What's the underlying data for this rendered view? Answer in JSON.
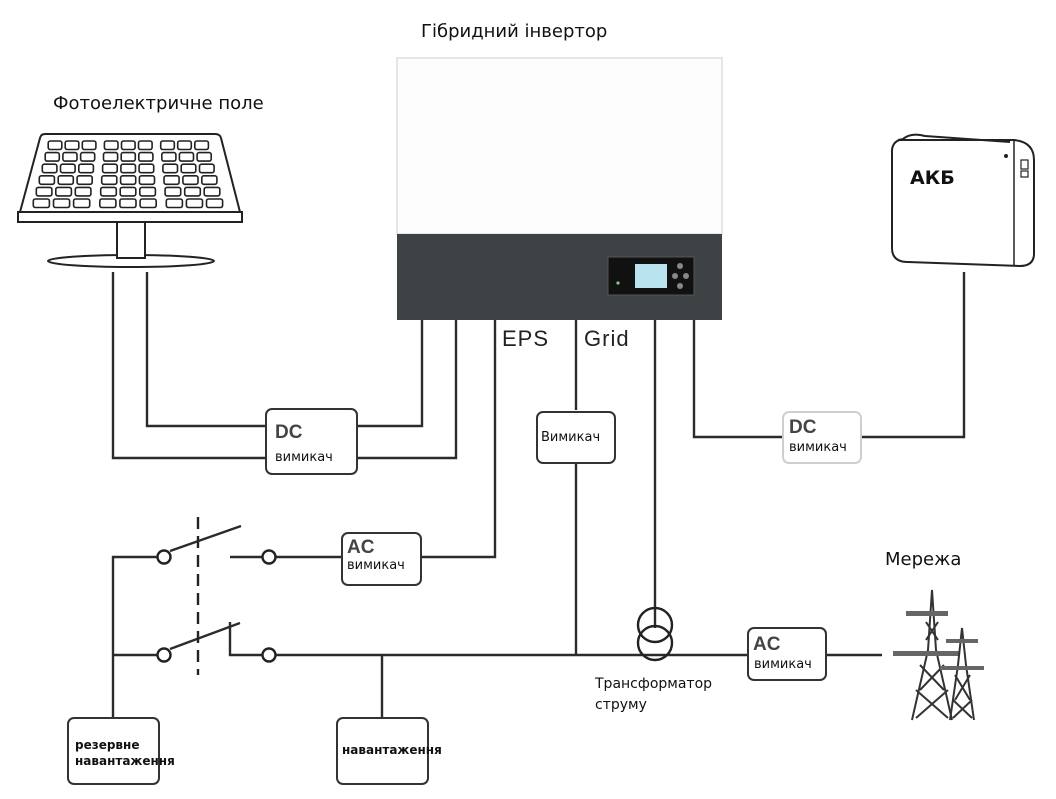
{
  "labels": {
    "pv_array": "Фотоелектричне поле",
    "inverter": "Гібридний інвертор",
    "battery": "АКБ",
    "grid": "Мережа",
    "eps_port": "EPS",
    "grid_port": "Grid",
    "current_transformer_line1": "Трансформатор",
    "current_transformer_line2": "струму"
  },
  "switches": {
    "dc_pv": {
      "type": "DC",
      "label": "вимикач"
    },
    "dc_battery": {
      "type": "DC",
      "label": "вимикач"
    },
    "grid_breaker": {
      "label": "Вимикач"
    },
    "ac_eps": {
      "type": "AC",
      "label": "вимикач"
    },
    "ac_grid": {
      "type": "AC",
      "label": "вимикач"
    }
  },
  "loads": {
    "backup_line1": "резервне",
    "backup_line2": "навантаження",
    "normal": "навантаження"
  },
  "colors": {
    "line": "#2b2b2b",
    "inverter_bottom": "#3d4345",
    "screen": "#b9e3ee"
  }
}
